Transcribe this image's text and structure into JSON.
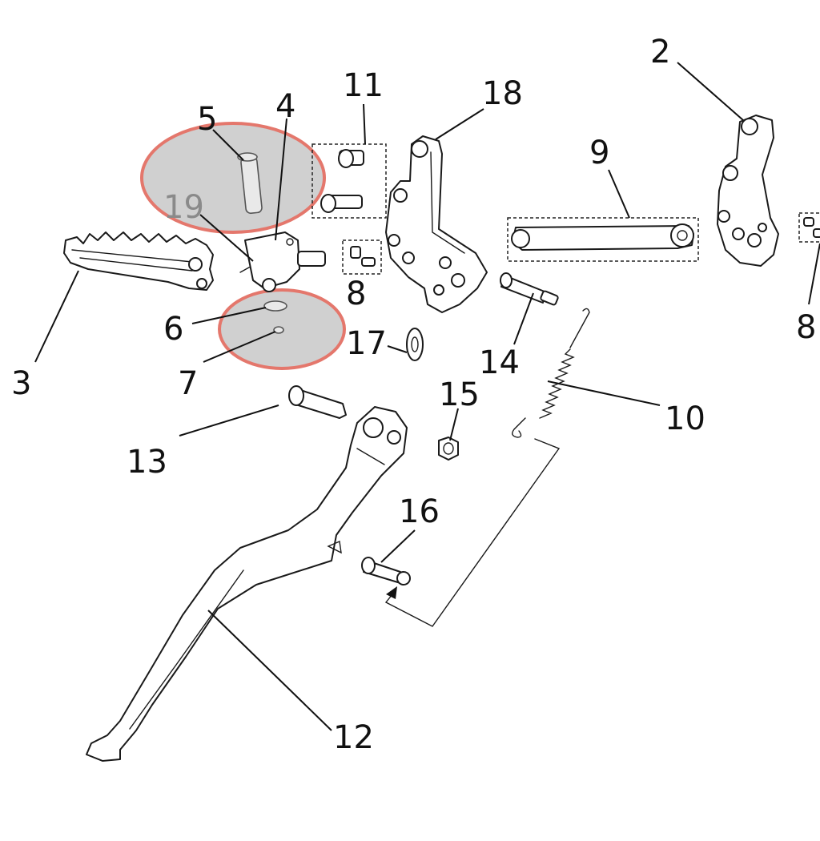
{
  "callouts": {
    "c2": "2",
    "c3": "3",
    "c4": "4",
    "c5": "5",
    "c6": "6",
    "c7": "7",
    "c8a": "8",
    "c8b": "8",
    "c9": "9",
    "c10": "10",
    "c11": "11",
    "c12": "12",
    "c13": "13",
    "c14": "14",
    "c15": "15",
    "c16": "16",
    "c17": "17",
    "c18": "18",
    "c19": "19"
  },
  "colors": {
    "highlight_fill": "#c4c4c4",
    "highlight_stroke": "#e4776c",
    "line": "#111111"
  }
}
